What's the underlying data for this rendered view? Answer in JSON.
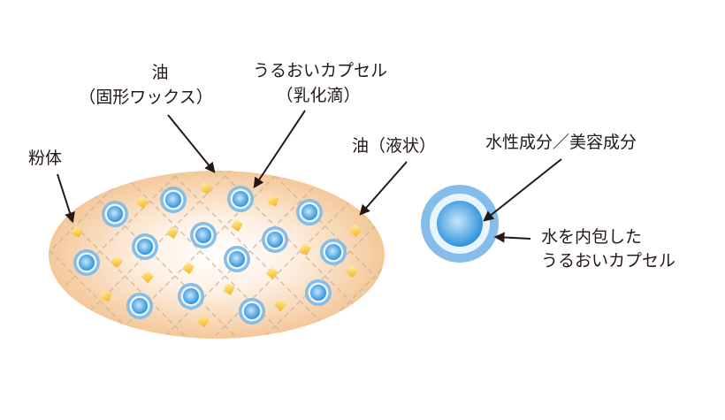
{
  "labels": {
    "powder": "粉体",
    "oil_solid_1": "油",
    "oil_solid_2": "（固形ワックス）",
    "capsule_1": "うるおいカプセル",
    "capsule_2": "（乳化滴）",
    "oil_liquid": "油（液状）",
    "aqueous": "水性成分／美容成分",
    "water_capsule_1": "水を内包した",
    "water_capsule_2": "うるおいカプセル"
  },
  "colors": {
    "oil_base": "#f6cfa3",
    "capsule_outer": "#7fb8e6",
    "capsule_core": "#3a9de0",
    "powder": "#f8c63a",
    "grid": "#cdb59b"
  }
}
